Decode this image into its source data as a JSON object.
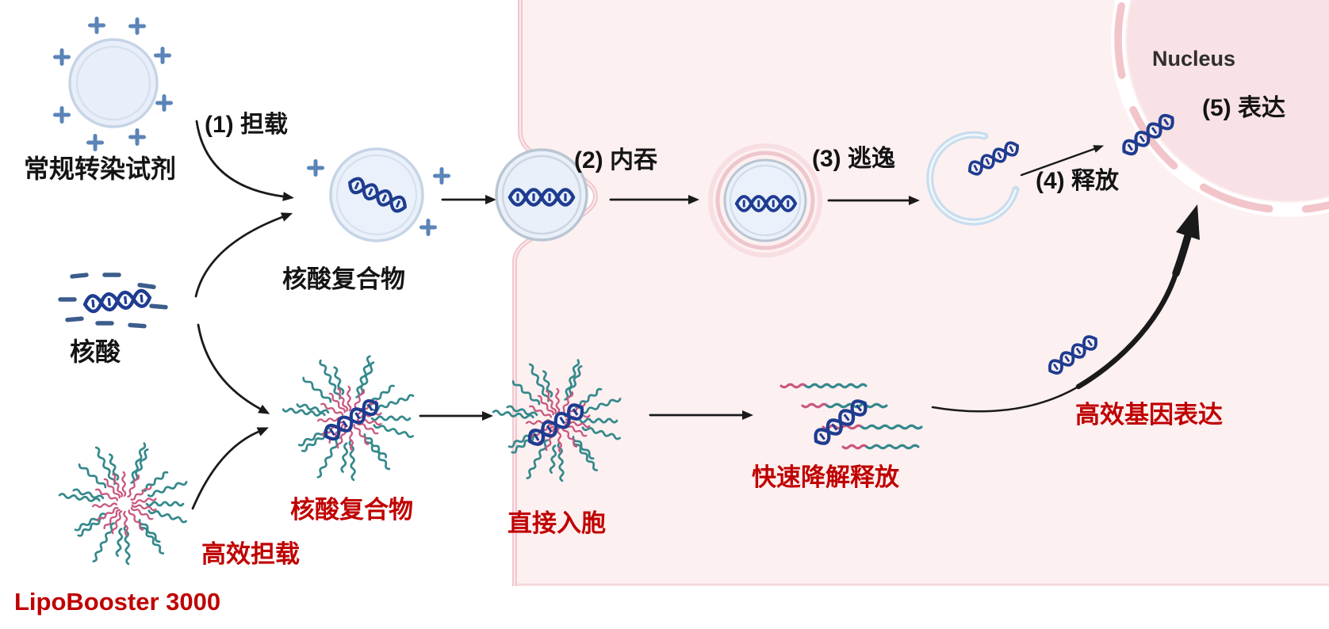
{
  "diagram": {
    "labels": {
      "conventional_reagent": "常规转染试剂",
      "nucleic_acid": "核酸",
      "lipobooster": "LipoBooster 3000",
      "step1": "(1)  担载",
      "complex_top": "核酸复合物",
      "step2": "(2)  内吞",
      "step3": "(3)  逃逸",
      "step4": "(4)  释放",
      "step5": "(5)  表达",
      "nucleus": "Nucleus",
      "efficient_loading": "高效担载",
      "complex_bottom": "核酸复合物",
      "direct_entry": "直接入胞",
      "rapid_release": "快速降解释放",
      "gene_expression": "高效基因表达"
    },
    "colors": {
      "accent_red": "#c00000",
      "dna_navy": "#1e3c90",
      "polymer_teal": "#35898c",
      "polymer_pink": "#c9587e",
      "plus_blue": "#5b84b8",
      "minus_blue": "#3c5d8c",
      "cytoplasm": "#fdf0f1",
      "membrane": "#f1c7ce",
      "nucleus_fill": "#f9e2e5",
      "nucleus_border": "#f2c5cb",
      "vesicle_fill": "#eaf1fa",
      "vesicle_ring": "#b9c6d2",
      "vesicle_inner_ring": "#cfdbe9",
      "liposome_fill": "#e9effa",
      "liposome_ring": "#c6d4e6",
      "endosome_ring": "#eec6cd",
      "endosome_ring_soft": "#f7dee2",
      "open_vesicle_blue": "#c8deee",
      "arrow_black": "#1a1a1a"
    },
    "icons": [
      "liposome-icon",
      "dna-helix-icon",
      "micelle-icon",
      "vesicle-icon",
      "endosome-icon",
      "open-vesicle-icon",
      "plus-charge-icon",
      "minus-charge-icon",
      "arrow-icon",
      "cell-membrane",
      "nucleus-shape"
    ]
  }
}
